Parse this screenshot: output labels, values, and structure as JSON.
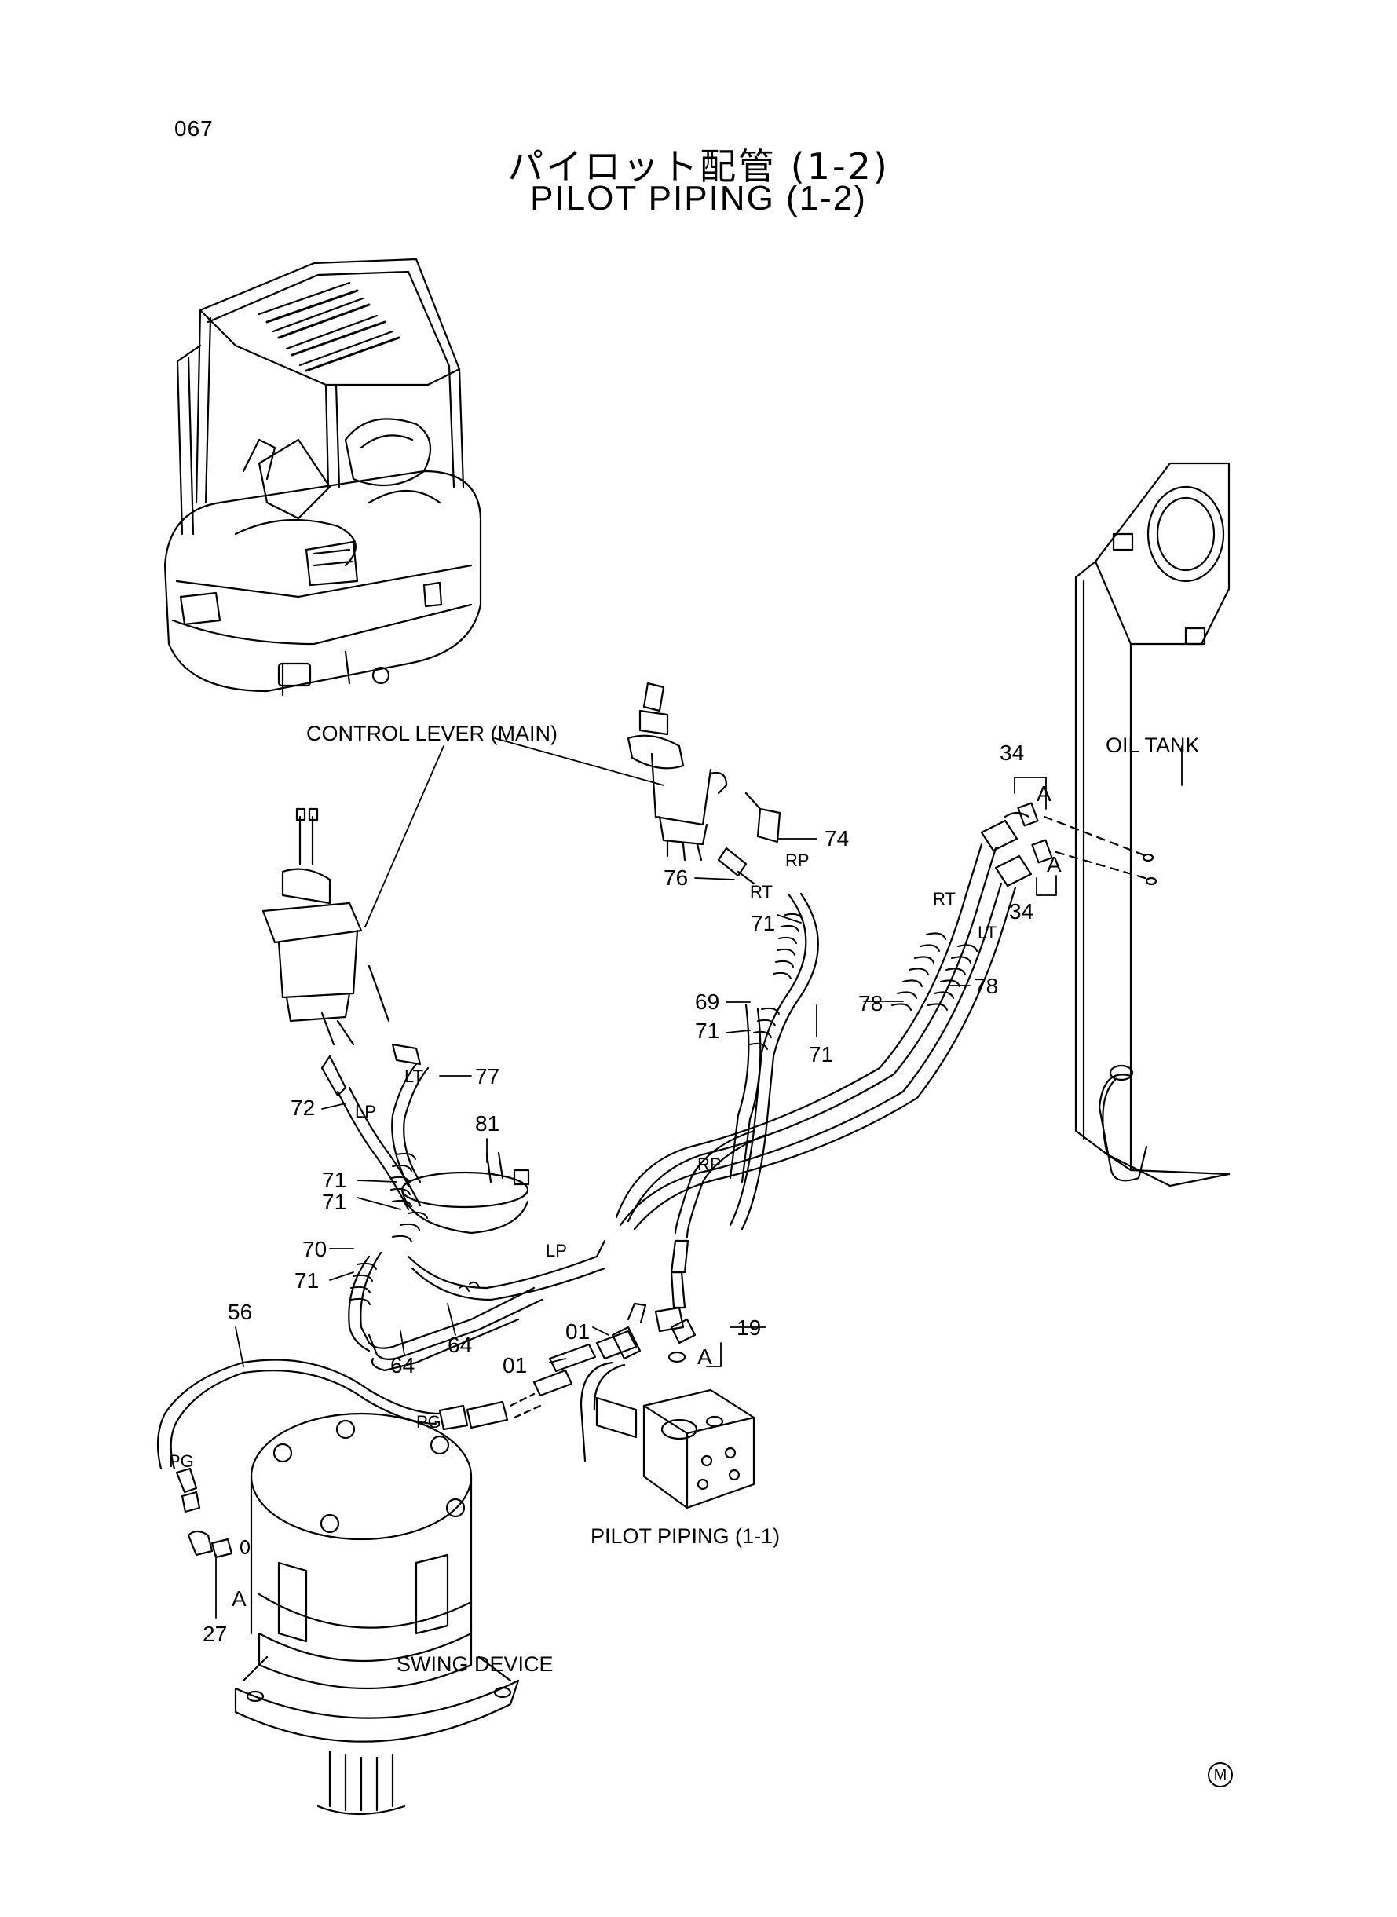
{
  "page": {
    "number": "067"
  },
  "title": {
    "ja": "パイロット配管 (1-2)",
    "en": "PILOT PIPING (1-2)"
  },
  "labels": {
    "control_lever": "CONTROL LEVER (MAIN)",
    "oil_tank": "OIL TANK",
    "pilot_piping_ref": "PILOT PIPING (1-1)",
    "swing_device": "SWING DEVICE",
    "mark": "M"
  },
  "ports": {
    "rp": "RP",
    "rt": "RT",
    "lt": "LT",
    "lp": "LP",
    "pg": "PG",
    "a": "A"
  },
  "parts": {
    "p34": "34",
    "p74": "74",
    "p76": "76",
    "p71": "71",
    "p69": "69",
    "p78": "78",
    "p77": "77",
    "p72": "72",
    "p81": "81",
    "p70": "70",
    "p56": "56",
    "p64": "64",
    "p01": "01",
    "p19": "19",
    "p27": "27"
  }
}
